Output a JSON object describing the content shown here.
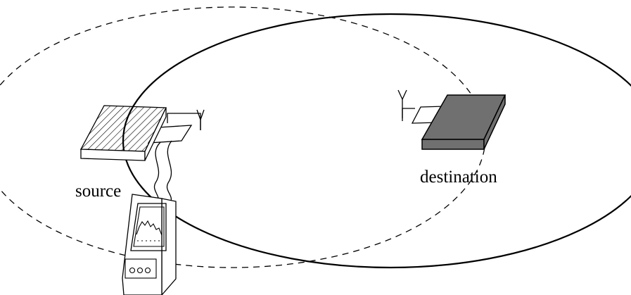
{
  "labels": {
    "source": "source",
    "destination": "destination"
  },
  "colors": {
    "stroke": "#000000",
    "destination_fill": "#707070",
    "source_hatch": "#000000",
    "background": "#ffffff"
  },
  "ranges": [
    {
      "node": "source",
      "style": "dashed"
    },
    {
      "node": "destination",
      "style": "solid"
    }
  ],
  "icons": [
    "source-radio-icon",
    "destination-radio-icon",
    "antenna-icon",
    "handheld-analyzer-icon"
  ]
}
